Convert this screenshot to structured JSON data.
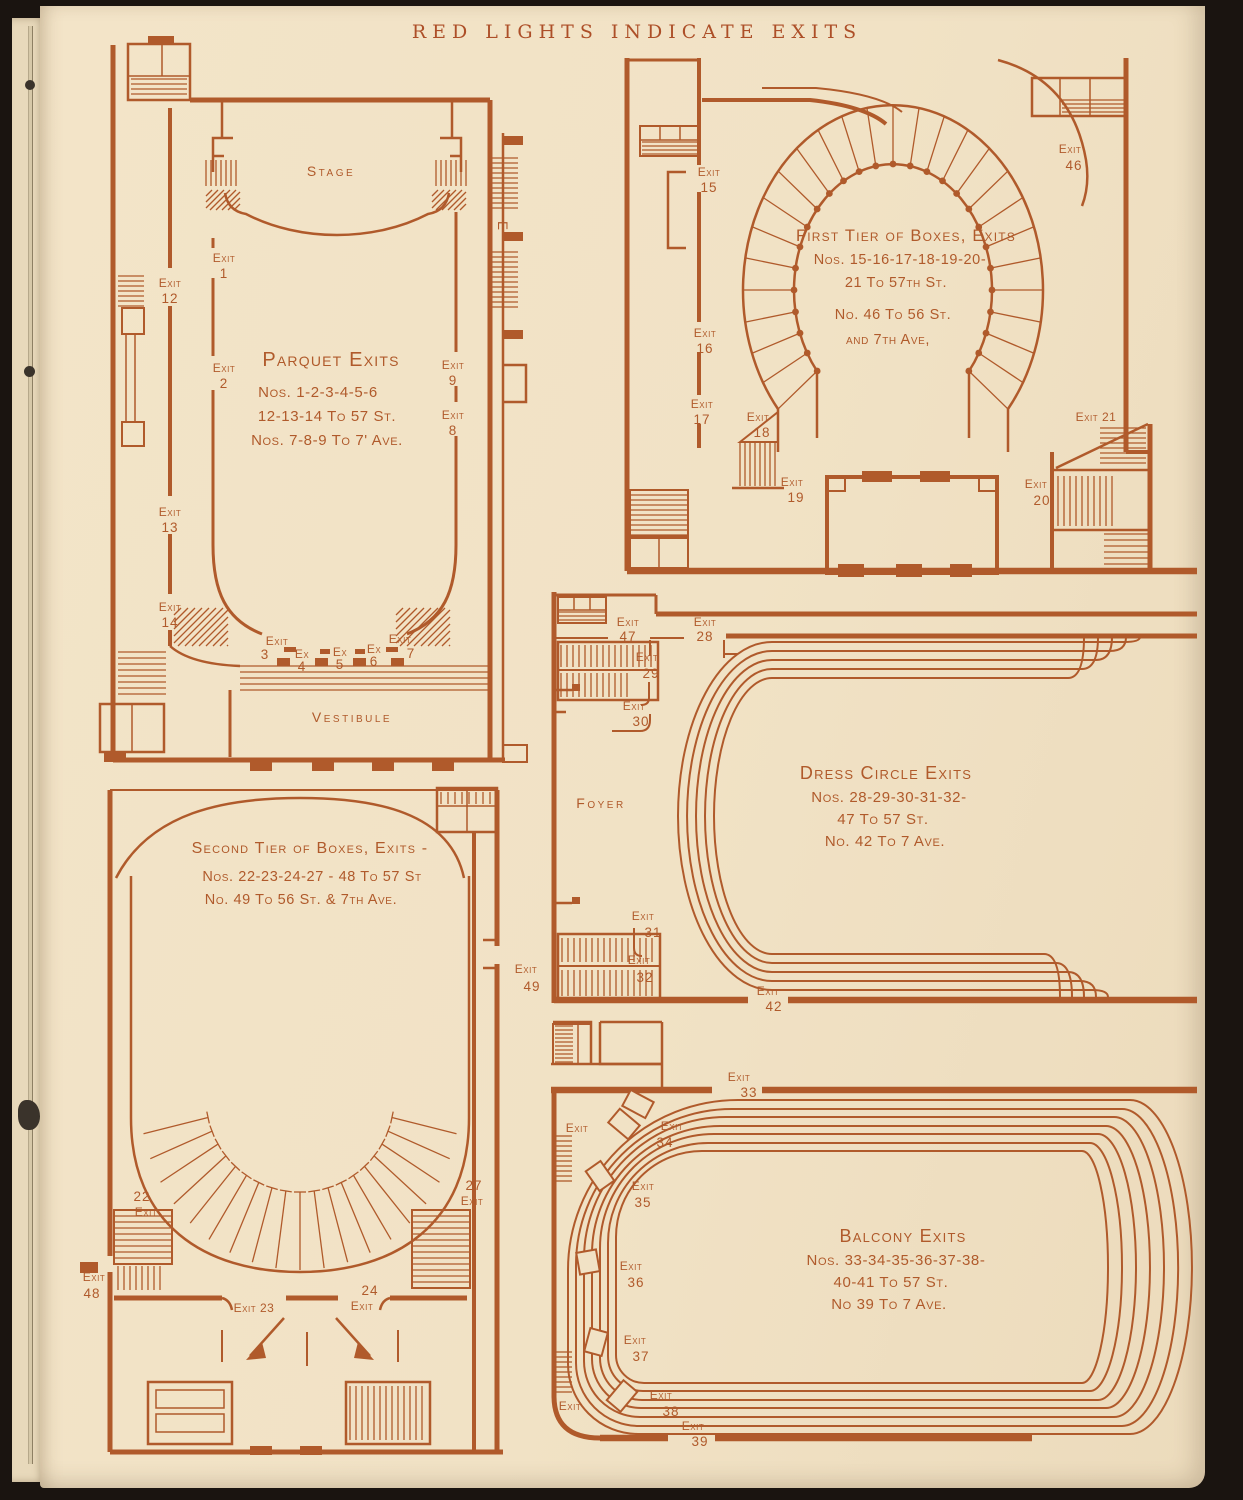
{
  "title": "RED LIGHTS INDICATE EXITS",
  "colors": {
    "paper": "#f1e2c5",
    "ink": "#b05a2b",
    "edge": "#1a1410",
    "under": "#e8d9bb",
    "thread": "#d6c8a8"
  },
  "plans": {
    "parquet": {
      "heading": "Parquet Exits",
      "sub": [
        "Nos. 1-2-3-4-5-6",
        "12-13-14 To 57 St.",
        "Nos. 7-8-9 To 7' Ave."
      ],
      "stage": "Stage",
      "vestibule": "Vestibule",
      "elevator": "E",
      "exits": {
        "x1": [
          "Exit",
          "1"
        ],
        "x2": [
          "Exit",
          "2"
        ],
        "x3": [
          "Exit",
          "3"
        ],
        "x4": [
          "Ex",
          "4"
        ],
        "x5": [
          "Ex",
          "5"
        ],
        "x6": [
          "Ex",
          "6"
        ],
        "x7": [
          "Exit",
          "7"
        ],
        "x8": [
          "Exit",
          "8"
        ],
        "x9": [
          "Exit",
          "9"
        ],
        "x12": [
          "Exit",
          "12"
        ],
        "x13": [
          "Exit",
          "13"
        ],
        "x14": [
          "Exit",
          "14"
        ]
      }
    },
    "first_tier": {
      "heading": "First Tier of Boxes, Exits",
      "sub": [
        "Nos. 15-16-17-18-19-20-",
        "21 To 57th St.",
        "No. 46 To 56 St.",
        "and 7th Ave,"
      ],
      "exits": {
        "x15": [
          "Exit",
          "15"
        ],
        "x16": [
          "Exit",
          "16"
        ],
        "x17": [
          "Exit",
          "17"
        ],
        "x18": [
          "Exit",
          "18"
        ],
        "x19": [
          "Exit",
          "19"
        ],
        "x20": [
          "Exit",
          "20"
        ],
        "x21": [
          "Exit 21"
        ],
        "x46": [
          "Exit",
          "46"
        ]
      }
    },
    "dress_circle": {
      "heading": "Dress Circle Exits",
      "sub": [
        "Nos. 28-29-30-31-32-",
        "47 To 57 St.",
        "No. 42 To 7 Ave."
      ],
      "foyer": "Foyer",
      "exits": {
        "x28": [
          "Exit",
          "28"
        ],
        "x29": [
          "Exit",
          "29"
        ],
        "x30": [
          "Exit",
          "30"
        ],
        "x31": [
          "Exit",
          "31"
        ],
        "x32": [
          "Exit",
          "32"
        ],
        "x42": [
          "Exit",
          "42"
        ],
        "x47": [
          "Exit",
          "47"
        ]
      }
    },
    "second_tier": {
      "heading": "Second Tier of Boxes, Exits -",
      "sub": [
        "Nos. 22-23-24-27 - 48 To 57 St",
        "No. 49 To 56 St. & 7th Ave."
      ],
      "exits": {
        "x22": [
          "22",
          "Exit"
        ],
        "x23": [
          "Exit 23"
        ],
        "x24": [
          "24",
          "Exit"
        ],
        "x27": [
          "27",
          "Exit"
        ],
        "x48": [
          "Exit",
          "48"
        ],
        "x49": [
          "Exit",
          "49"
        ]
      }
    },
    "balcony": {
      "heading": "Balcony Exits",
      "sub": [
        "Nos. 33-34-35-36-37-38-",
        "40-41 To 57 St.",
        "No 39 To 7 Ave."
      ],
      "side_exit": "Exit",
      "exits": {
        "x33": [
          "Exit",
          "33"
        ],
        "x34": [
          "Exit",
          "34"
        ],
        "x35": [
          "Exit",
          "35"
        ],
        "x36": [
          "Exit",
          "36"
        ],
        "x37": [
          "Exit",
          "37"
        ],
        "x38": [
          "Exit",
          "38"
        ],
        "x39": [
          "Exit",
          "39"
        ]
      }
    }
  }
}
